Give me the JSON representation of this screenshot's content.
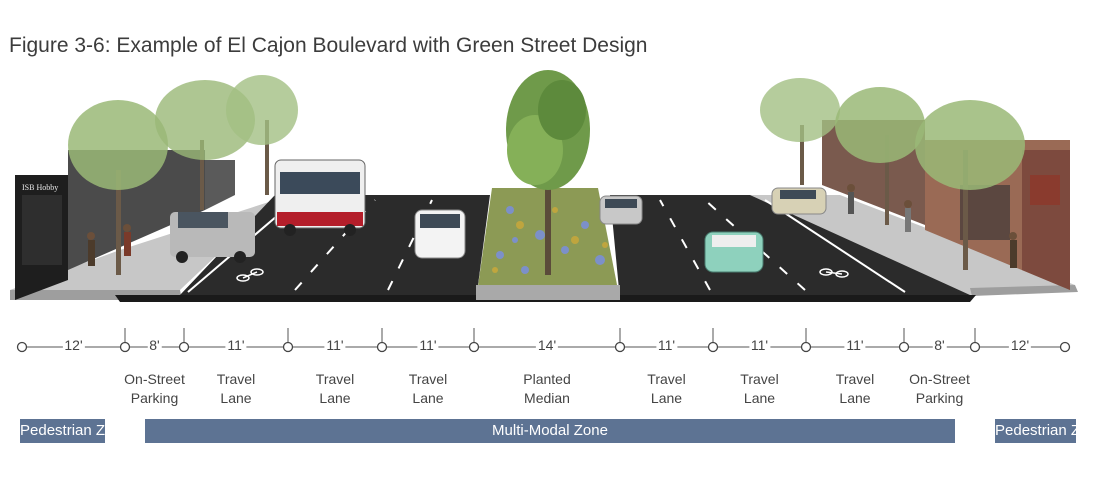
{
  "figure": {
    "title": "Figure 3-6: Example of El Cajon Boulevard with Green Street Design"
  },
  "storefront_sign": "ISB Hobby",
  "dimension_points": [
    22,
    125,
    184,
    288,
    382,
    474,
    620,
    713,
    806,
    904,
    975,
    1065
  ],
  "segments": [
    {
      "width": "12'",
      "label": ""
    },
    {
      "width": "8'",
      "label": "On-Street\nParking"
    },
    {
      "width": "11'",
      "label": "Travel\nLane"
    },
    {
      "width": "11'",
      "label": "Travel\nLane"
    },
    {
      "width": "11'",
      "label": "Travel\nLane"
    },
    {
      "width": "14'",
      "label": "Planted\nMedian"
    },
    {
      "width": "11'",
      "label": "Travel\nLane"
    },
    {
      "width": "11'",
      "label": "Travel\nLane"
    },
    {
      "width": "11'",
      "label": "Travel\nLane"
    },
    {
      "width": "8'",
      "label": "On-Street\nParking"
    },
    {
      "width": "12'",
      "label": ""
    }
  ],
  "zones": [
    {
      "label": "Pedestrian Zone",
      "from": 0,
      "to": 1
    },
    {
      "label": "Multi-Modal Zone",
      "from": 1,
      "to": 10
    },
    {
      "label": "Pedestrian Zone",
      "from": 10,
      "to": 11
    }
  ],
  "colors": {
    "zone_fill": "#5d7393",
    "road": "#2b2b2b",
    "sidewalk": "#c9c9c9",
    "median_planting": "#8c9a55",
    "tree_foliage": "#8fb06a",
    "bus_red": "#b41e2a"
  }
}
